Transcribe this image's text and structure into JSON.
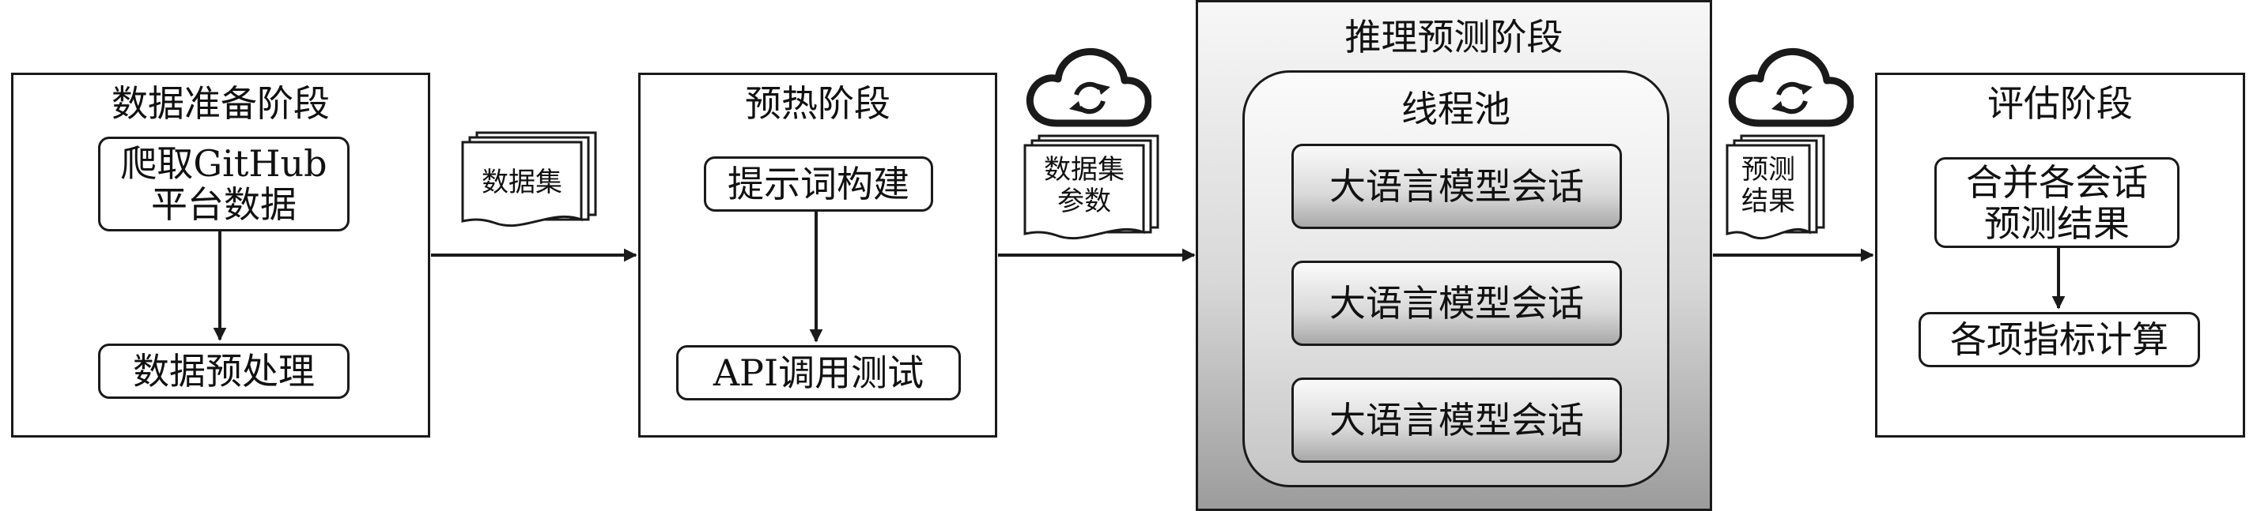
{
  "stages": {
    "prep": {
      "title": "数据准备阶段",
      "crawl": "爬取GitHub\n平台数据",
      "preprocess": "数据预处理"
    },
    "warmup": {
      "title": "预热阶段",
      "prompt": "提示词构建",
      "api": "API调用测试"
    },
    "inference": {
      "title": "推理预测阶段",
      "pool_title": "线程池",
      "sessions": [
        "大语言模型会话",
        "大语言模型会话",
        "大语言模型会话"
      ]
    },
    "eval": {
      "title": "评估阶段",
      "merge": "合并各会话\n预测结果",
      "metrics": "各项指标计算"
    }
  },
  "connectors": {
    "dataset_doc": "数据集",
    "dataset_params_doc_line1": "数据集",
    "dataset_params_doc_line2": "参数",
    "prediction_doc_line1": "预测",
    "prediction_doc_line2": "结果"
  },
  "icons": [
    "cloud-sync-icon",
    "cloud-sync-icon",
    "document-stack-icon",
    "document-stack-icon",
    "document-stack-icon"
  ]
}
